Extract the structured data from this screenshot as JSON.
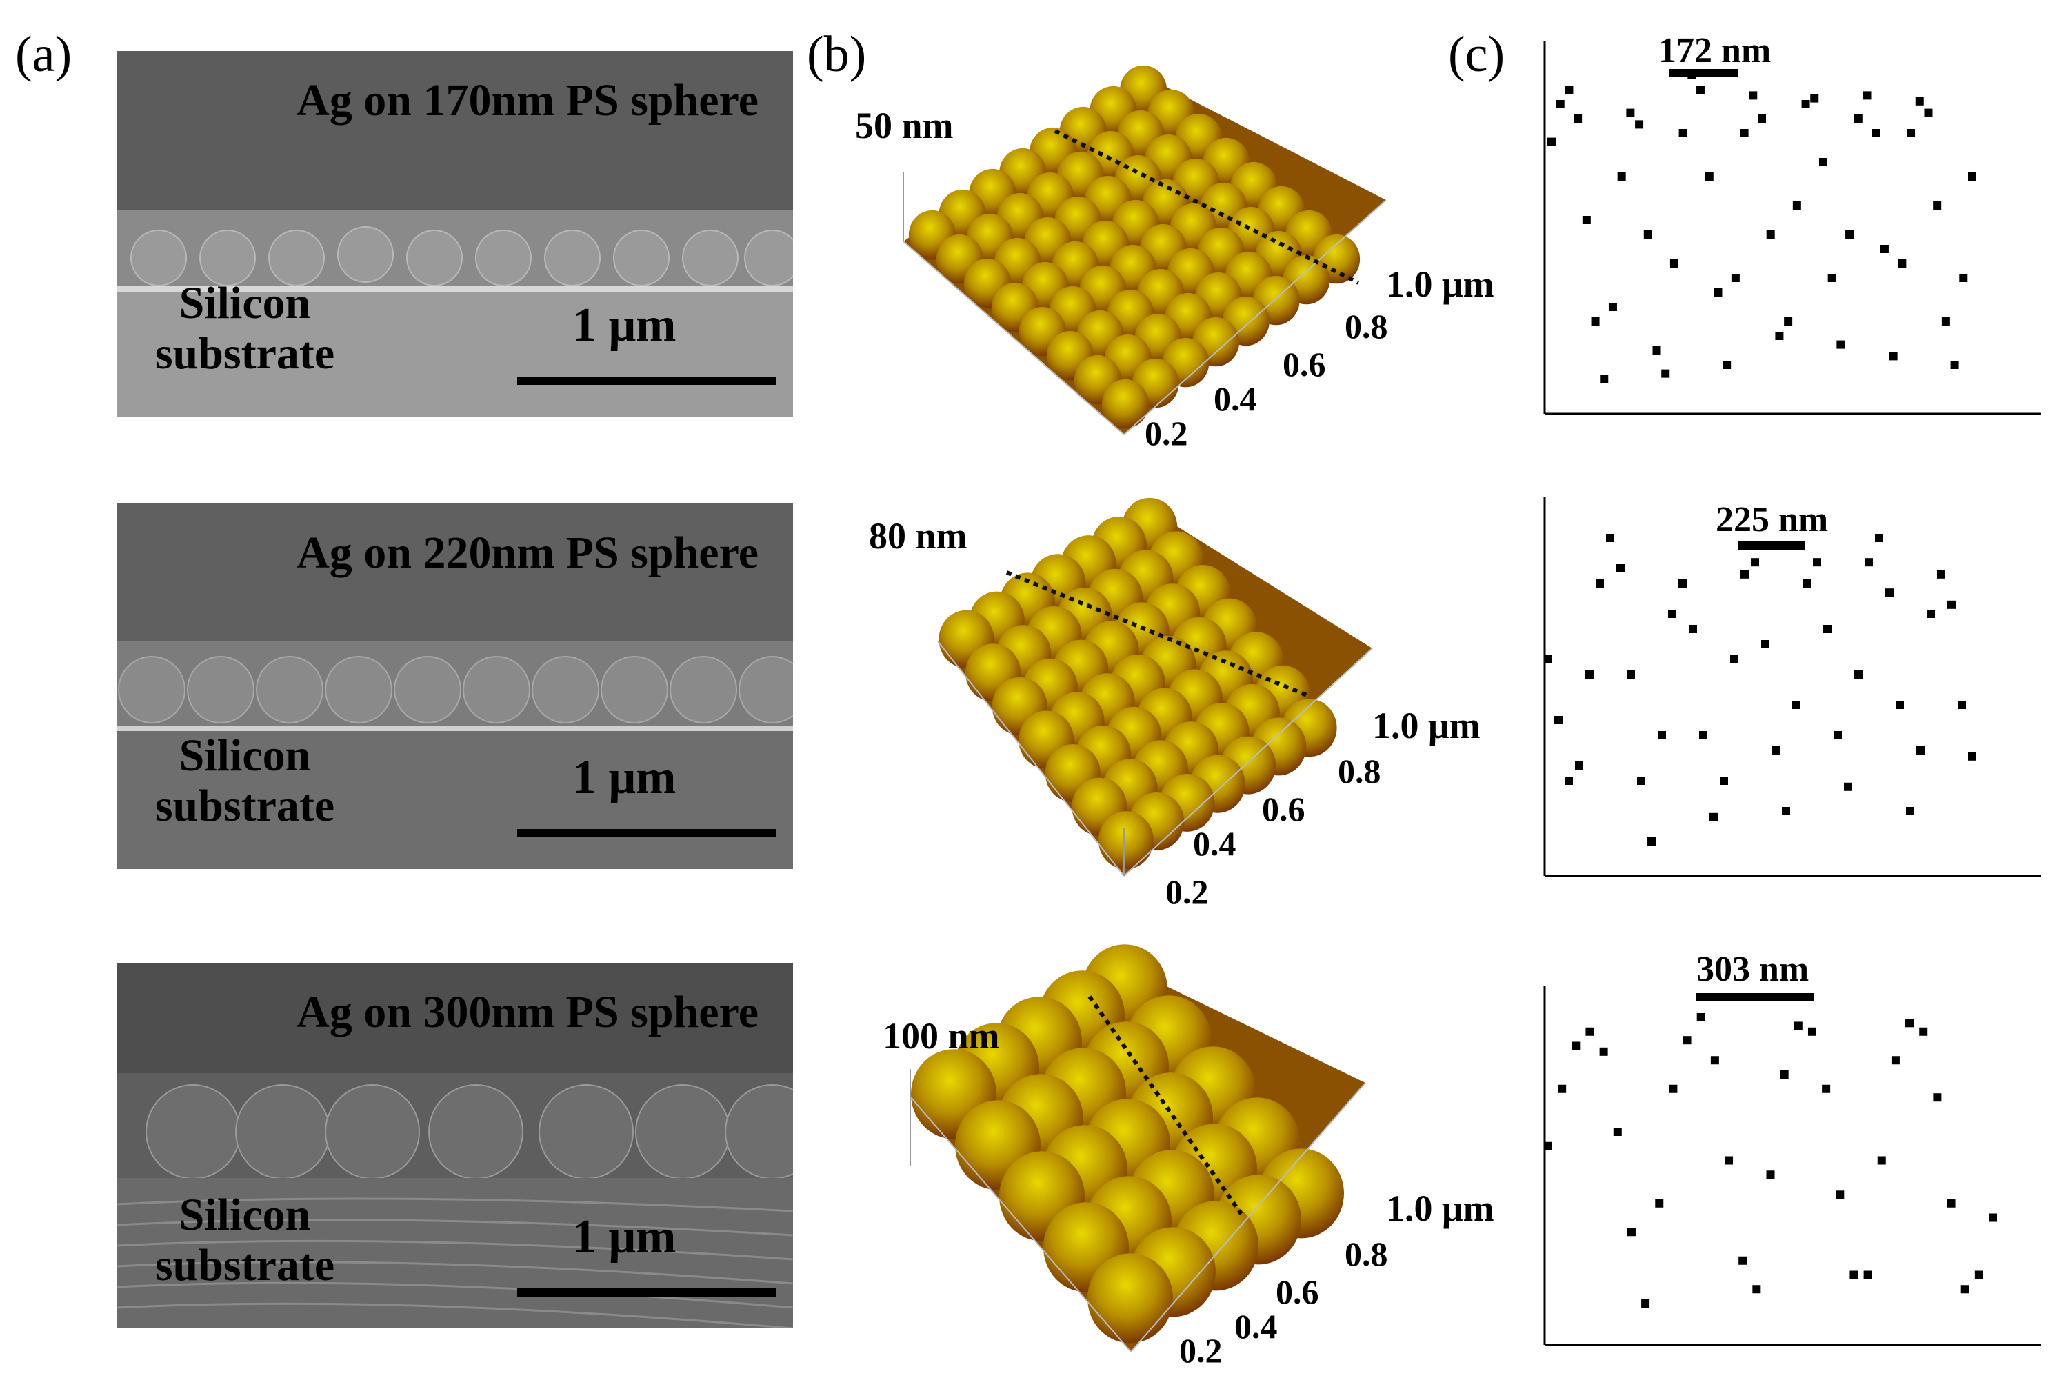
{
  "panels": {
    "a_letter": "(a)",
    "b_letter": "(b)",
    "c_letter": "(c)"
  },
  "rows": [
    {
      "sem_title": "Ag on 170nm PS sphere",
      "substrate_line1": "Silicon",
      "substrate_line2": "substrate",
      "scale_label": "1 μm",
      "afm_height": "50 nm",
      "afm_ticks": [
        "1.0 μm",
        "0.8",
        "0.6",
        "0.4",
        "0.2"
      ],
      "period_label": "172 nm"
    },
    {
      "sem_title": "Ag on 220nm PS sphere",
      "substrate_line1": "Silicon",
      "substrate_line2": "substrate",
      "scale_label": "1 μm",
      "afm_height": "80 nm",
      "afm_ticks": [
        "1.0 μm",
        "0.8",
        "0.6",
        "0.4",
        "0.2"
      ],
      "period_label": "225 nm"
    },
    {
      "sem_title": "Ag on 300nm PS sphere",
      "substrate_line1": "Silicon",
      "substrate_line2": "substrate",
      "scale_label": "1 μm",
      "afm_height": "100 nm",
      "afm_ticks": [
        "1.0 μm",
        "0.8",
        "0.6",
        "0.4",
        "0.2"
      ],
      "period_label": "303 nm"
    }
  ],
  "colors": {
    "afm_peak": "#d6c400",
    "afm_mid": "#b08a00",
    "afm_valley": "#7a3a00",
    "sem_gray": "#6b6b6b"
  },
  "chart_data": [
    {
      "type": "scatter",
      "series": [
        {
          "values": [
            0.82,
            0.95,
            1.0,
            0.9,
            0.55,
            0.2,
            0.0,
            0.25,
            0.7,
            0.92,
            0.88,
            0.5,
            0.1,
            0.02,
            0.4,
            0.85,
            1.05,
            1.0,
            0.7,
            0.3,
            0.05,
            0.35,
            0.85,
            0.98,
            0.9,
            0.5,
            0.15,
            0.2,
            0.6,
            0.95,
            0.97,
            0.75,
            0.35,
            0.12,
            0.5,
            0.9,
            0.98,
            0.85,
            0.45,
            0.08,
            0.4,
            0.85,
            0.96,
            0.92,
            0.6,
            0.2,
            0.05,
            0.35,
            0.7
          ]
        }
      ]
    },
    {
      "type": "scatter",
      "series": [
        {
          "values": [
            0.6,
            0.4,
            0.2,
            0.25,
            0.55,
            0.85,
            1.0,
            0.9,
            0.55,
            0.2,
            0.0,
            0.35,
            0.75,
            0.85,
            0.7,
            0.35,
            0.08,
            0.2,
            0.6,
            0.88,
            0.92,
            0.65,
            0.3,
            0.1,
            0.45,
            0.85,
            0.92,
            0.7,
            0.35,
            0.18,
            0.55,
            0.92,
            1.0,
            0.82,
            0.45,
            0.1,
            0.3,
            0.75,
            0.88,
            0.78,
            0.45,
            0.28
          ]
        }
      ]
    },
    {
      "type": "scatter",
      "series": [
        {
          "values": [
            0.55,
            0.75,
            0.9,
            0.95,
            0.88,
            0.6,
            0.25,
            0.0,
            0.35,
            0.75,
            0.92,
            1.0,
            0.85,
            0.5,
            0.15,
            0.05,
            0.45,
            0.8,
            0.97,
            0.95,
            0.75,
            0.38,
            0.1,
            0.1,
            0.5,
            0.85,
            0.98,
            0.95,
            0.72,
            0.35,
            0.05,
            0.1,
            0.3
          ]
        }
      ]
    }
  ]
}
